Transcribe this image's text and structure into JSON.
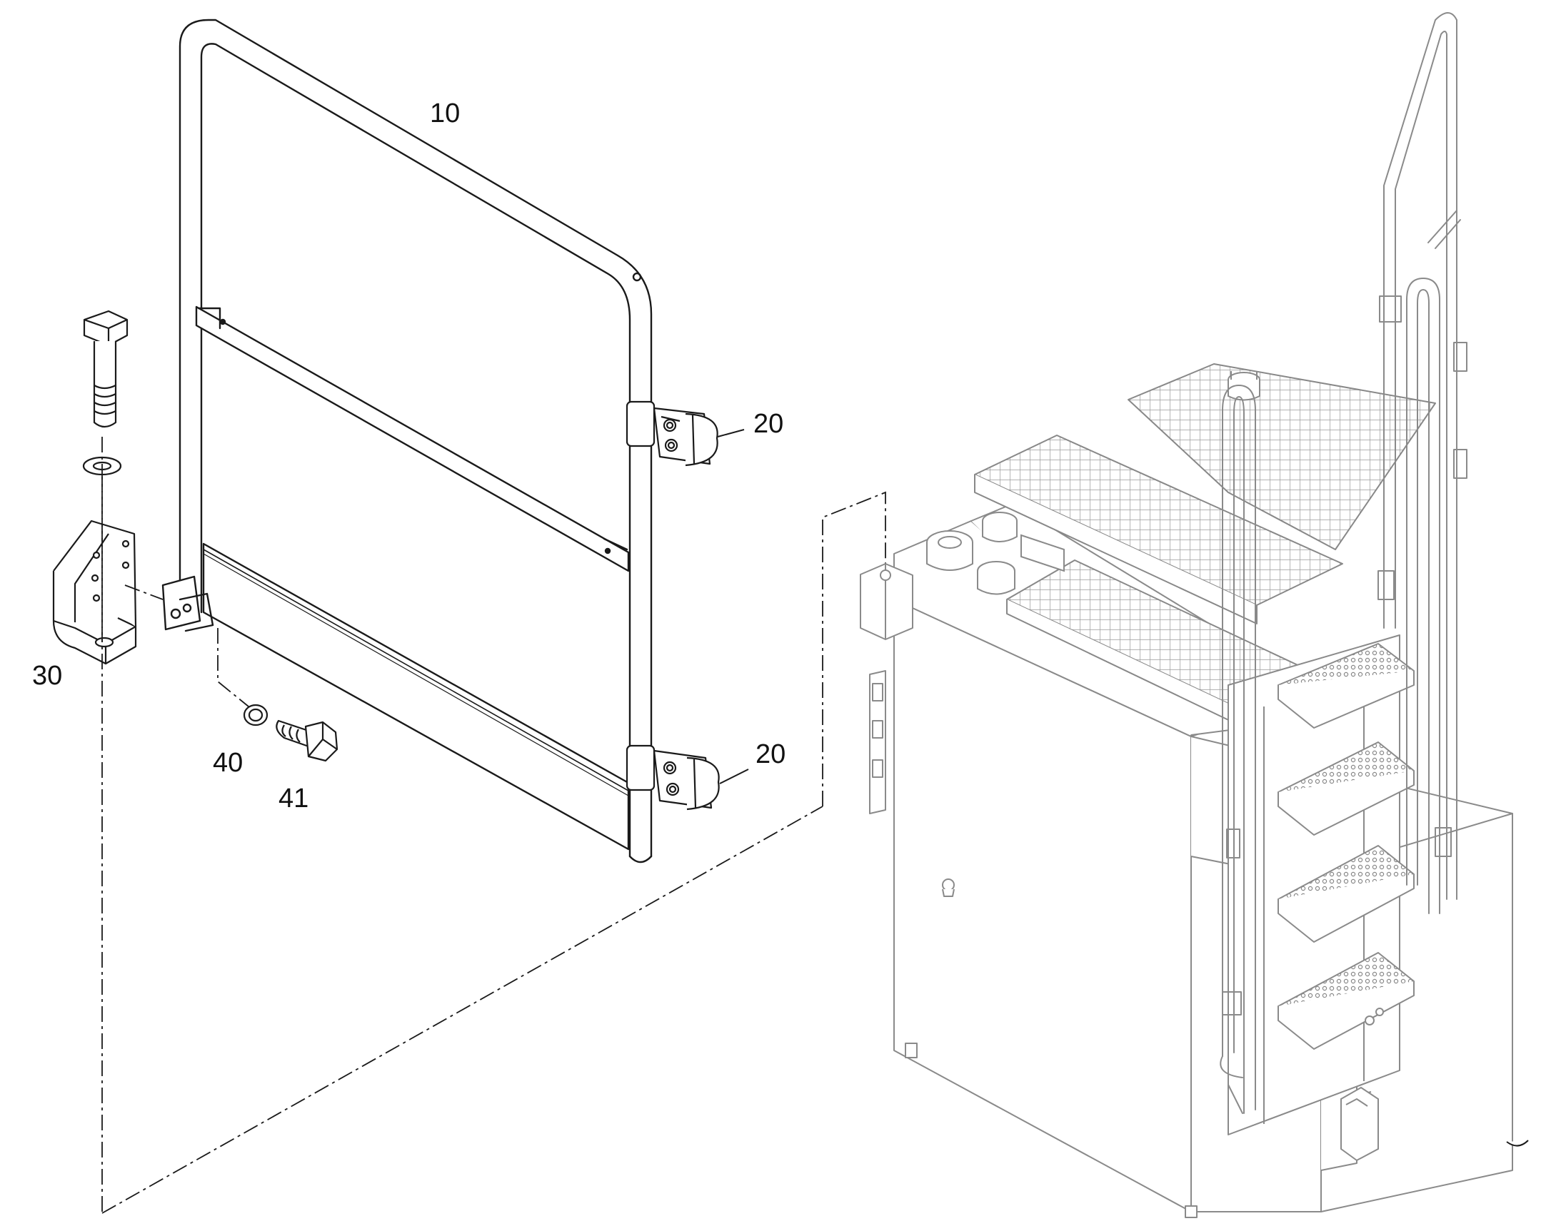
{
  "diagram": {
    "type": "exploded parts diagram",
    "callouts": [
      {
        "id": "c10",
        "label": "10",
        "part": "handrail gate frame"
      },
      {
        "id": "c20a",
        "label": "20",
        "part": "upper hinge"
      },
      {
        "id": "c20b",
        "label": "20",
        "part": "lower hinge"
      },
      {
        "id": "c30",
        "label": "30",
        "part": "angle mounting bracket"
      },
      {
        "id": "c40",
        "label": "40",
        "part": "washer"
      },
      {
        "id": "c41",
        "label": "41",
        "part": "hex bolt"
      }
    ],
    "colors": {
      "line_dark": "#1a1a1a",
      "line_light": "#8a8a8a",
      "background": "#ffffff"
    }
  }
}
